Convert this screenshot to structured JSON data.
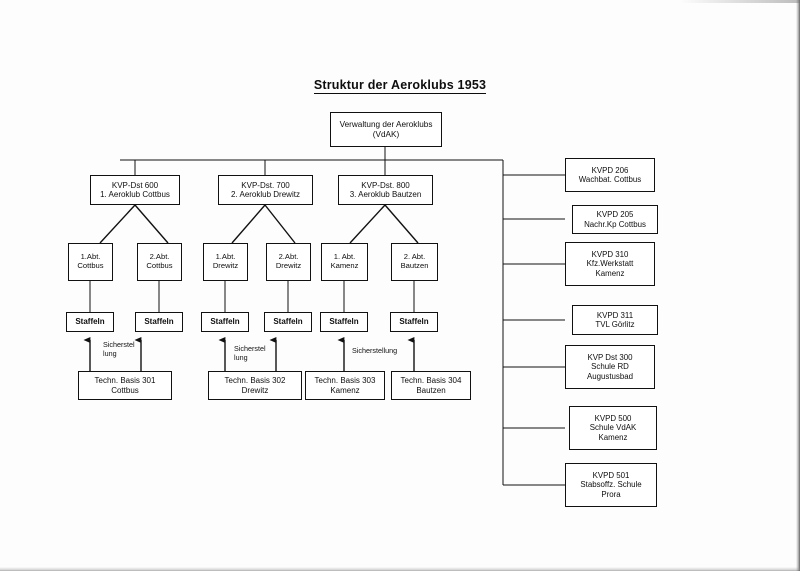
{
  "document": {
    "title": "Struktur der Aeroklubs 1953",
    "type": "organizational-chart",
    "language": "de"
  },
  "root": {
    "line1": "Verwaltung der Aeroklubs",
    "line2": "(VdAK)"
  },
  "branches": [
    {
      "id": "kvp600",
      "line1": "KVP-Dst 600",
      "line2": "1. Aeroklub Cottbus",
      "departments": [
        {
          "id": "abt1-cottbus",
          "line1": "1.Abt.",
          "line2": "Cottbus"
        },
        {
          "id": "abt2-cottbus",
          "line1": "2.Abt.",
          "line2": "Cottbus"
        }
      ],
      "squadrons": [
        {
          "id": "staffeln-1",
          "label": "Staffeln"
        },
        {
          "id": "staffeln-2",
          "label": "Staffeln"
        }
      ],
      "base": {
        "id": "tb301",
        "line1": "Techn. Basis 301",
        "line2": "Cottbus"
      },
      "support_label": "Sicherstel\nlung"
    },
    {
      "id": "kvp700",
      "line1": "KVP-Dst. 700",
      "line2": "2. Aeroklub Drewitz",
      "departments": [
        {
          "id": "abt1-drewitz",
          "line1": "1.Abt.",
          "line2": "Drewitz"
        },
        {
          "id": "abt2-drewitz",
          "line1": "2.Abt.",
          "line2": "Drewitz"
        }
      ],
      "squadrons": [
        {
          "id": "staffeln-3",
          "label": "Staffeln"
        },
        {
          "id": "staffeln-4",
          "label": "Staffeln"
        }
      ],
      "base": {
        "id": "tb302",
        "line1": "Techn. Basis 302",
        "line2": "Drewitz"
      },
      "support_label": "Sicherstel\nlung"
    },
    {
      "id": "kvp800",
      "line1": "KVP-Dst. 800",
      "line2": "3. Aeroklub Bautzen",
      "departments": [
        {
          "id": "abt1-kamenz",
          "line1": "1. Abt.",
          "line2": "Kamenz"
        },
        {
          "id": "abt2-bautzen",
          "line1": "2. Abt.",
          "line2": "Bautzen"
        }
      ],
      "squadrons": [
        {
          "id": "staffeln-5",
          "label": "Staffeln"
        },
        {
          "id": "staffeln-6",
          "label": "Staffeln"
        }
      ],
      "bases": [
        {
          "id": "tb303",
          "line1": "Techn. Basis 303",
          "line2": "Kamenz"
        },
        {
          "id": "tb304",
          "line1": "Techn. Basis 304",
          "line2": "Bautzen"
        }
      ],
      "support_label": "Sicherstellung"
    }
  ],
  "direct_units": [
    {
      "id": "kvpd206",
      "line1": "KVPD 206",
      "line2": "Wachbat. Cottbus",
      "line3": ""
    },
    {
      "id": "kvpd205",
      "line1": "KVPD 205",
      "line2": "Nachr.Kp Cottbus",
      "line3": ""
    },
    {
      "id": "kvpd310",
      "line1": "KVPD 310",
      "line2": "Kfz.Werkstatt",
      "line3": "Kamenz"
    },
    {
      "id": "kvpd311",
      "line1": "KVPD 311",
      "line2": "TVL Görlitz",
      "line3": ""
    },
    {
      "id": "kvpdst300",
      "line1": "KVP Dst 300",
      "line2": "Schule RD",
      "line3": "Augustusbad"
    },
    {
      "id": "kvpd500",
      "line1": "KVPD 500",
      "line2": "Schule VdAK",
      "line3": "Kamenz"
    },
    {
      "id": "kvpd501",
      "line1": "KVPD 501",
      "line2": "Stabsoffz. Schule",
      "line3": "Prora"
    }
  ],
  "colors": {
    "ink": "#111111",
    "paper": "#fdfdfd",
    "box_fill": "#ffffff"
  }
}
